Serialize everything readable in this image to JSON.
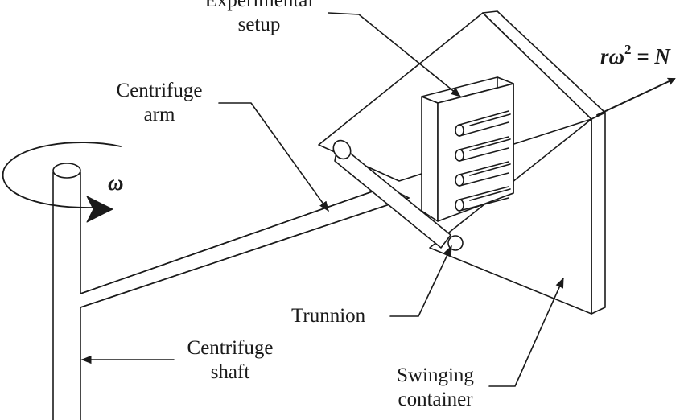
{
  "labels": {
    "experimental_setup": {
      "line1": "Experimental",
      "line2": "setup"
    },
    "centrifuge_arm": {
      "line1": "Centrifuge",
      "line2": "arm"
    },
    "trunnion": "Trunnion",
    "centrifuge_shaft": {
      "line1": "Centrifuge",
      "line2": "shaft"
    },
    "swinging_container": {
      "line1": "Swinging",
      "line2": "container"
    }
  },
  "symbols": {
    "omega": "ω",
    "force_lhs": "rω",
    "force_exp": "2",
    "force_rhs": " = N"
  },
  "colors": {
    "stroke": "#1a1a1a",
    "fill": "#ffffff"
  }
}
